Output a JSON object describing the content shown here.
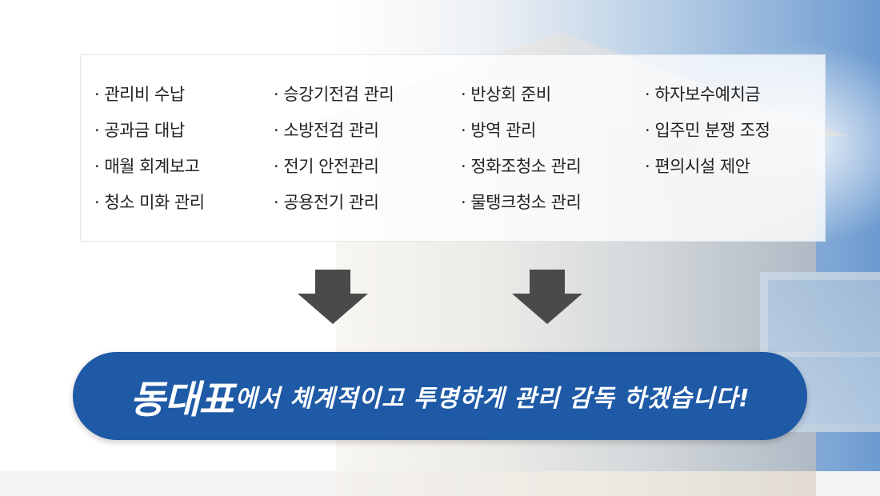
{
  "columns": [
    [
      "관리비 수납",
      "공과금 대납",
      "매월 회계보고",
      "청소 미화 관리"
    ],
    [
      "승강기전검 관리",
      "소방전검 관리",
      "전기 안전관리",
      "공용전기 관리"
    ],
    [
      "반상회 준비",
      "방역 관리",
      "정화조청소 관리",
      "물탱크청소 관리"
    ],
    [
      "하자보수예치금",
      "입주민 분쟁 조정",
      "편의시설 제안"
    ]
  ],
  "banner": {
    "brand": "동대표",
    "rest": "에서 체계적이고 투명하게 관리 감독 하겠습니다!"
  },
  "colors": {
    "banner": "#1f5aa6",
    "arrow": "#4a4a4a",
    "text": "#222222"
  },
  "icons": [
    "down-arrow-icon",
    "down-arrow-icon"
  ]
}
